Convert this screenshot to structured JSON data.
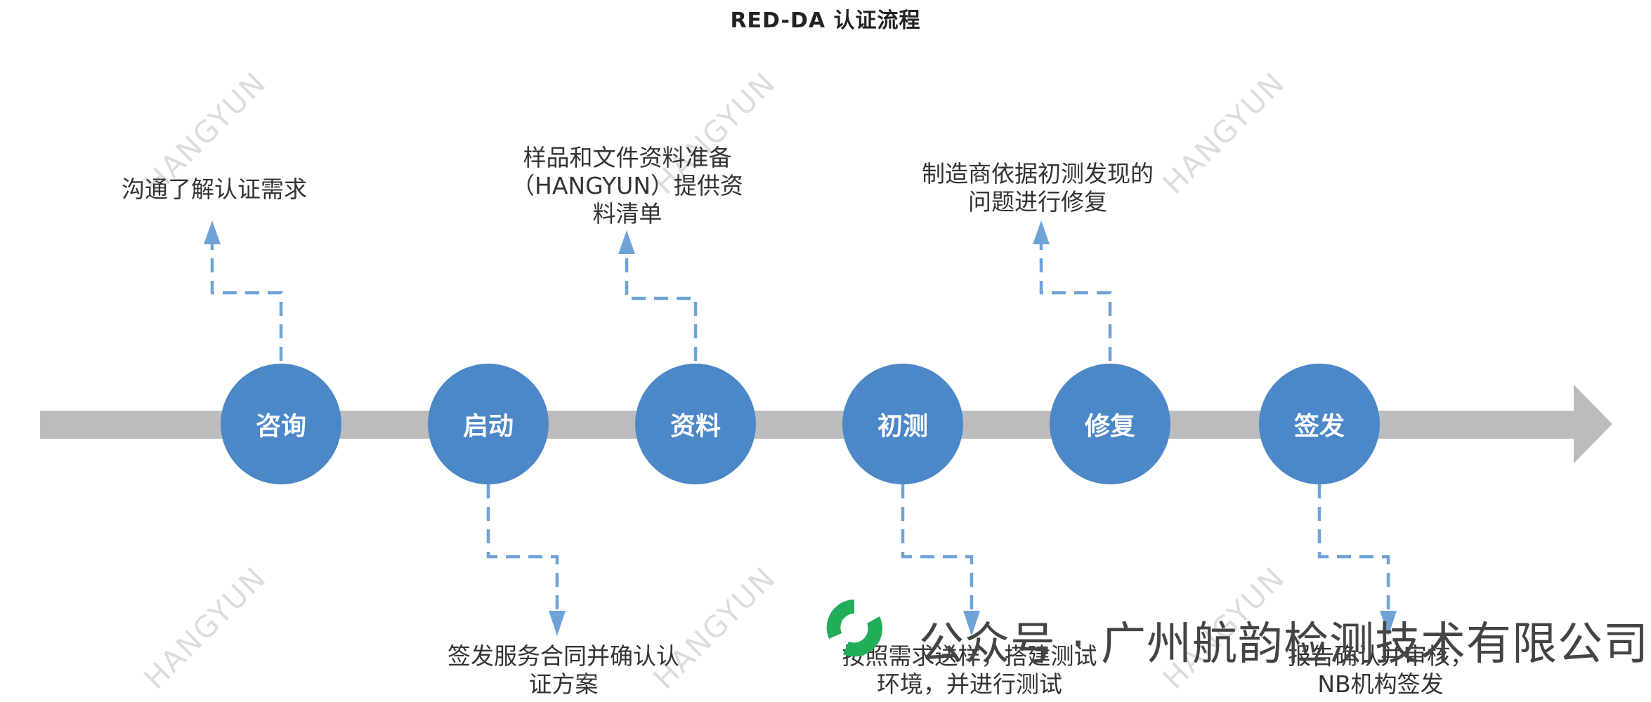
{
  "title": "RED-DA 认证流程",
  "colors": {
    "arrow": "#bcbcbc",
    "node": "#4c87c8",
    "connector": "#6fa3d8",
    "logo_green": "#22ad5a"
  },
  "steps": [
    {
      "label": "咨询",
      "description": "沟通了解认证需求"
    },
    {
      "label": "启动",
      "description": "签发服务合同并确认认证方案"
    },
    {
      "label": "资料",
      "description": "样品和文件资料准备（HANGYUN）提供资料清单"
    },
    {
      "label": "初测",
      "description": "按照需求送样，搭建测试环境，并进行测试"
    },
    {
      "label": "修复",
      "description": "制造商依据初测发现的问题进行修复"
    },
    {
      "label": "签发",
      "description": "报告确认并审核，NB机构签发"
    }
  ],
  "watermark": "HANGYUN",
  "brand": {
    "text": "公众号 · 广州航韵检测技术有限公司",
    "icon": "wechat-public-account-icon"
  }
}
